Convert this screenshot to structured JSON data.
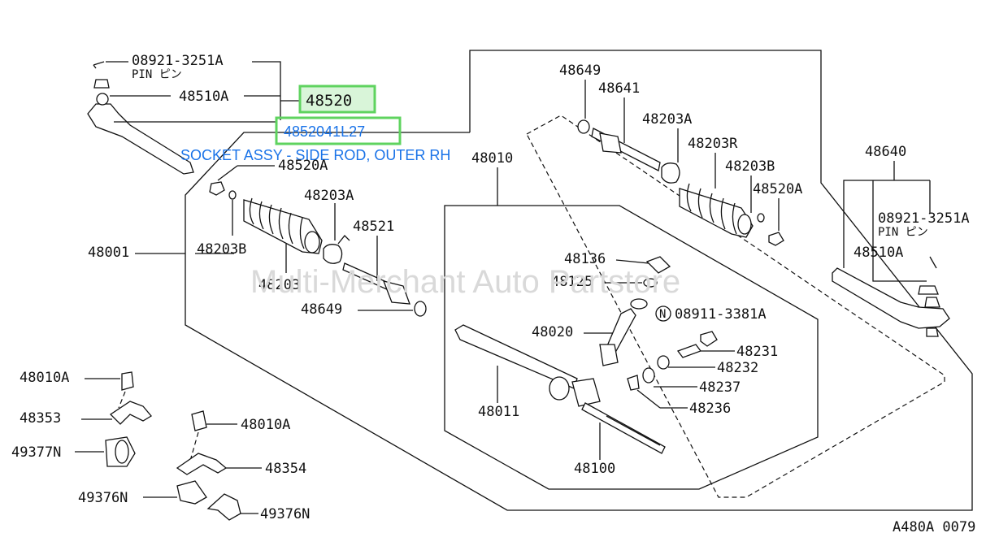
{
  "watermark": "Multi-Merchant Auto Partstore",
  "highlight": {
    "part_a": "48520",
    "part_b": "4852041L27",
    "description": "SOCKET ASSY - SIDE ROD, OUTER RH",
    "color": "#5fd35f",
    "fill": "#d9f5d9"
  },
  "labels": {
    "l_08921_top": "08921-3251A",
    "l_pin_top": "PIN ピン",
    "l_48510A_top": "48510A",
    "l_48520A_left": "48520A",
    "l_48203A_mid": "48203A",
    "l_48203B_left": "48203B",
    "l_48521": "48521",
    "l_48203": "48203",
    "l_48649_mid": "48649",
    "l_48001": "48001",
    "l_48649_top": "48649",
    "l_48641": "48641",
    "l_48203A_top": "48203A",
    "l_48203R": "48203R",
    "l_48203B_top": "48203B",
    "l_48520A_right": "48520A",
    "l_48010": "48010",
    "l_48640": "48640",
    "l_08921_right": "08921-3251A",
    "l_pin_right": "PIN ピン",
    "l_48510A_right": "48510A",
    "l_48136": "48136",
    "l_48125": "48125",
    "l_n": "N",
    "l_08911": "08911-3381A",
    "l_48020": "48020",
    "l_48231": "48231",
    "l_48232": "48232",
    "l_48237": "48237",
    "l_48236": "48236",
    "l_48011": "48011",
    "l_48100": "48100",
    "l_48010A_left": "48010A",
    "l_48353": "48353",
    "l_49377N": "49377N",
    "l_48010A_mid": "48010A",
    "l_48354": "48354",
    "l_49376N_a": "49376N",
    "l_49376N_b": "49376N",
    "l_code": "A480A 0079"
  }
}
